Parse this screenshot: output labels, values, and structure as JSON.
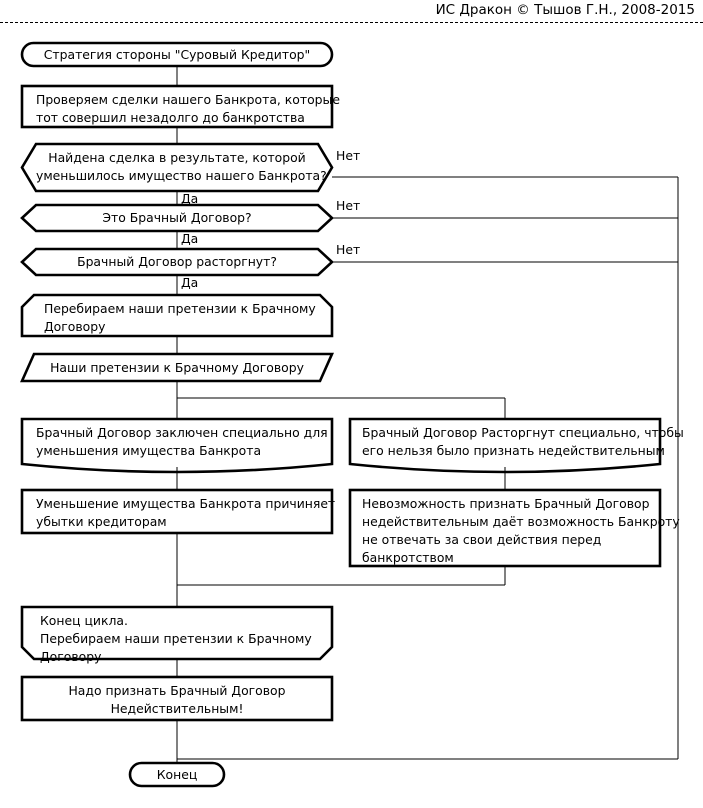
{
  "header": {
    "title": "ИС Дракон © Тышов Г.Н., 2008-2015"
  },
  "diagram": {
    "type": "drakon-flowchart",
    "title_node": {
      "name": "title-capsule",
      "shape": "capsule",
      "text": "Стратегия стороны \"Суровый Кредитор\""
    },
    "end_node": {
      "name": "end-capsule",
      "shape": "capsule",
      "text": "Конец"
    },
    "nodes": [
      {
        "id": "action-check-deals",
        "shape": "rectangle",
        "lines": [
          "Проверяем сделки нашего Банкрота, которые",
          "тот совершил незадолго до банкротства"
        ]
      },
      {
        "id": "question-deal-found",
        "shape": "hexagon",
        "lines": [
          "Найдена сделка в результате, которой",
          "уменьшилось имущество нашего Банкрота?"
        ],
        "yes_label": "Да",
        "no_label": "Нет"
      },
      {
        "id": "question-is-marriage-contract",
        "shape": "hexagon",
        "lines": [
          "Это Брачный Договор?"
        ],
        "yes_label": "Да",
        "no_label": "Нет"
      },
      {
        "id": "question-contract-terminated",
        "shape": "hexagon",
        "lines": [
          "Брачный Договор расторгнут?"
        ],
        "yes_label": "Да",
        "no_label": "Нет"
      },
      {
        "id": "loop-start-claims",
        "shape": "loop-start",
        "lines": [
          "Перебираем наши претензии к Брачному",
          "Договору"
        ]
      },
      {
        "id": "io-our-claims",
        "shape": "parallelogram",
        "lines": [
          "Наши претензии к Брачному Договору"
        ]
      },
      {
        "id": "shelf-contract-made-to-reduce",
        "shape": "shelf",
        "lines": [
          "Брачный Договор заключен специально для",
          "уменьшения имущества Банкрота"
        ]
      },
      {
        "id": "shelf-contract-terminated-on-purpose",
        "shape": "shelf",
        "lines": [
          "Брачный Договор Расторгнут специально, чтобы",
          "его нельзя было признать недействительным"
        ]
      },
      {
        "id": "action-reduction-harms-creditors",
        "shape": "rectangle",
        "lines": [
          "Уменьшение имущества Банкрота причиняет",
          "убытки кредиторам"
        ]
      },
      {
        "id": "action-bankrupt-not-responsible",
        "shape": "rectangle",
        "lines": [
          "Невозможность признать Брачный Договор",
          "недействительным даёт возможность Банкроту",
          "не отвечать за свои действия перед",
          "банкротством"
        ]
      },
      {
        "id": "loop-end-claims",
        "shape": "loop-end",
        "lines": [
          "Конец цикла.",
          "Перебираем наши претензии к Брачному",
          "Договору"
        ]
      },
      {
        "id": "action-declare-invalid",
        "shape": "rectangle",
        "lines": [
          "Надо признать Брачный Договор",
          "Недействительным!"
        ]
      }
    ],
    "branch_labels": {
      "yes": "Да",
      "no": "Нет"
    },
    "colors": {
      "stroke": "#000000",
      "background": "#ffffff",
      "text": "#000000"
    }
  }
}
